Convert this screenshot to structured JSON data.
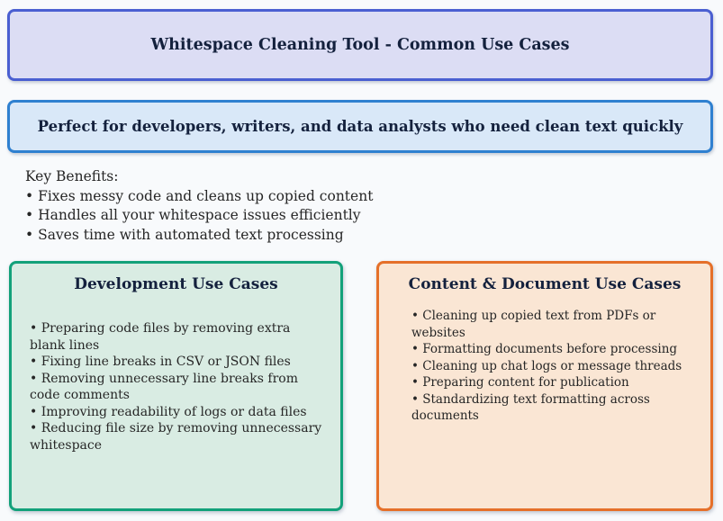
{
  "page": {
    "background": "#f8fafc",
    "text_color": "#262626",
    "title_color": "#14213d"
  },
  "header_banner": {
    "title": "Whitespace Cleaning Tool - Common Use Cases",
    "background": "#dcddf4",
    "border_color": "#4a5fd1"
  },
  "subtitle_banner": {
    "text": "Perfect for developers, writers, and data analysts who need clean text quickly",
    "background": "#d9e8f8",
    "border_color": "#2f80d0"
  },
  "benefits": {
    "heading": "Key Benefits:",
    "items": [
      "• Fixes messy code and cleans up copied content",
      "• Handles all your whitespace issues efficiently",
      "• Saves time with automated text processing"
    ]
  },
  "use_case_boxes": [
    {
      "title": "Development Use Cases",
      "background": "#d9ece3",
      "border_color": "#13a17a",
      "items": [
        "• Preparing code files by removing extra blank lines",
        "• Fixing line breaks in CSV or JSON files",
        "• Removing unnecessary line breaks from code comments",
        "• Improving readability of logs or data files",
        "• Reducing file size by removing unnecessary whitespace"
      ]
    },
    {
      "title": "Content & Document Use Cases",
      "background": "#fae6d4",
      "border_color": "#e5702a",
      "items": [
        "• Cleaning up copied text from PDFs or websites",
        "• Formatting documents before processing",
        "• Cleaning up chat logs or message threads",
        "• Preparing content for publication",
        "• Standardizing text formatting across documents"
      ]
    }
  ]
}
